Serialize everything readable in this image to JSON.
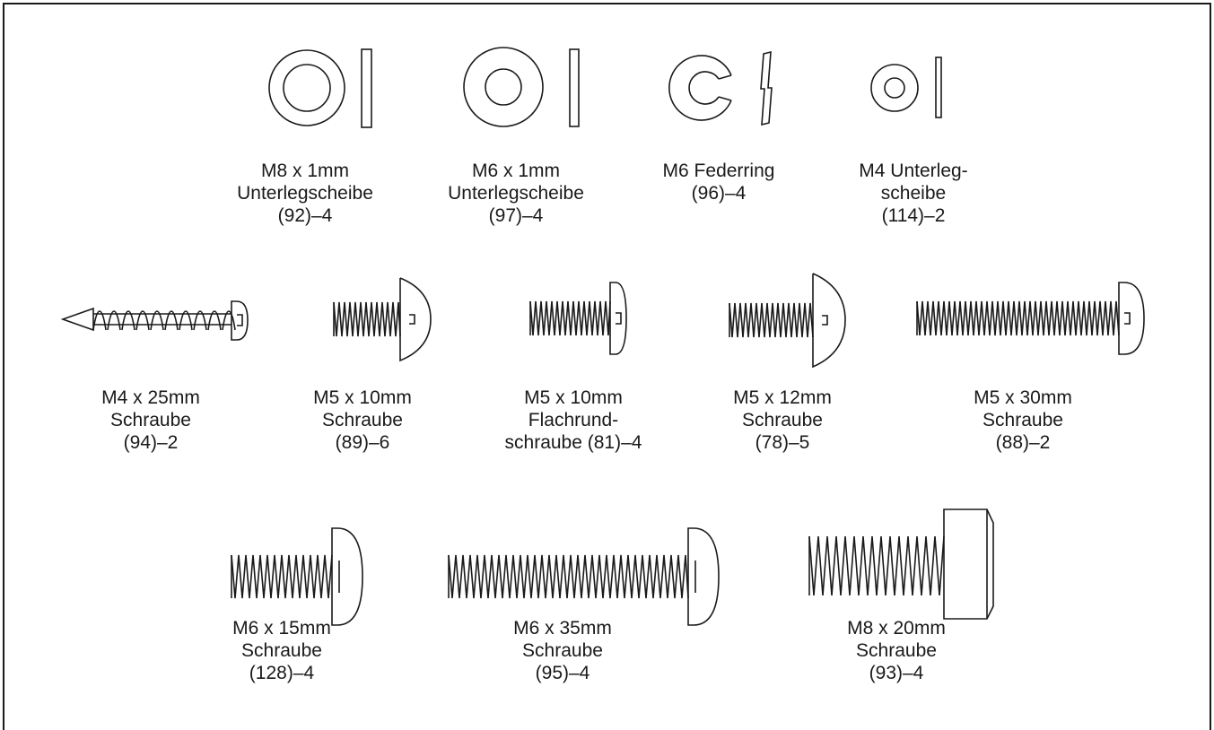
{
  "parts": [
    {
      "id": "m8-washer",
      "lines": [
        "M8 x 1mm",
        "Unterlegscheibe",
        "(92)–4"
      ]
    },
    {
      "id": "m6-washer",
      "lines": [
        "M6 x 1mm",
        "Unterlegscheibe",
        "(97)–4"
      ]
    },
    {
      "id": "m6-lockwasher",
      "lines": [
        "M6 Federring",
        "(96)–4"
      ]
    },
    {
      "id": "m4-washer",
      "lines": [
        "M4 Unterleg-",
        "scheibe",
        "(114)–2"
      ]
    },
    {
      "id": "m4x25-screw",
      "lines": [
        "M4 x 25mm",
        "Schraube",
        "(94)–2"
      ]
    },
    {
      "id": "m5x10-screw",
      "lines": [
        "M5 x 10mm",
        "Schraube",
        "(89)–6"
      ]
    },
    {
      "id": "m5x10-pan-screw",
      "lines": [
        "M5 x 10mm",
        "Flachrund-",
        "schraube (81)–4"
      ]
    },
    {
      "id": "m5x12-screw",
      "lines": [
        "M5 x 12mm",
        "Schraube",
        "(78)–5"
      ]
    },
    {
      "id": "m5x30-screw",
      "lines": [
        "M5 x 30mm",
        "Schraube",
        "(88)–2"
      ]
    },
    {
      "id": "m6x15-screw",
      "lines": [
        "M6 x 15mm",
        "Schraube",
        "(128)–4"
      ]
    },
    {
      "id": "m6x35-screw",
      "lines": [
        "M6 x 35mm",
        "Schraube",
        "(95)–4"
      ]
    },
    {
      "id": "m8x20-screw",
      "lines": [
        "M8 x 20mm",
        "Schraube",
        "(93)–4"
      ]
    }
  ]
}
